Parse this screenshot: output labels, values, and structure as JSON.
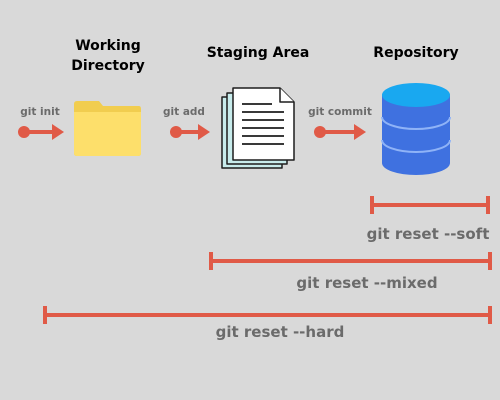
{
  "stages": {
    "working_directory": "Working\nDirectory",
    "staging_area": "Staging Area",
    "repository": "Repository"
  },
  "commands": {
    "init": "git init",
    "add": "git add",
    "commit": "git commit"
  },
  "resets": {
    "soft": "git reset --soft",
    "mixed": "git reset --mixed",
    "hard": "git reset --hard"
  },
  "icons": {
    "folder": "folder-icon",
    "document": "document-stack-icon",
    "database": "database-icon"
  },
  "colors": {
    "background": "#d9d9d9",
    "accent_red": "#e05a47",
    "folder_yellow": "#fddf6b",
    "doc_teal": "#c8ecec",
    "db_blue_top": "#19a8f0",
    "db_blue_body": "#3f71e0",
    "label_gray": "#6b6b6b"
  }
}
